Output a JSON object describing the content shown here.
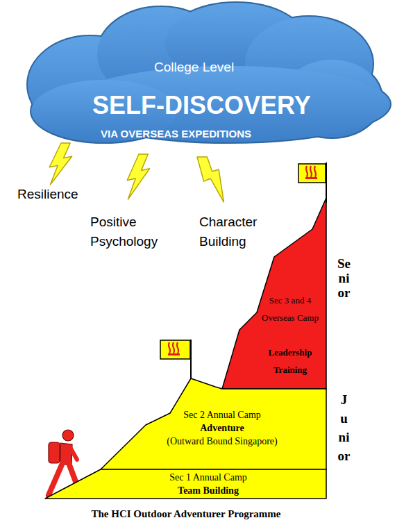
{
  "diagram": {
    "caption": "The HCI Outdoor Adventurer Programme",
    "nodes": [
      {
        "text": [
          "College Level",
          "SELF-DISCOVERY",
          "VIA OVERSEAS EXPEDITIONS"
        ]
      },
      {
        "text": [
          "Sec 3 and 4 Overseas Camp",
          "Leadership Training"
        ]
      },
      {
        "text": [
          "Sec 2 Annual Camp",
          "Adventure",
          "(Outward Bound Singapore)"
        ]
      },
      {
        "text": [
          "Sec 1 Annual Camp",
          "Team Building"
        ]
      }
    ],
    "labels": [
      "Resilience",
      "Positive Psychology",
      "Character Building",
      "Senior",
      "Junior"
    ]
  }
}
